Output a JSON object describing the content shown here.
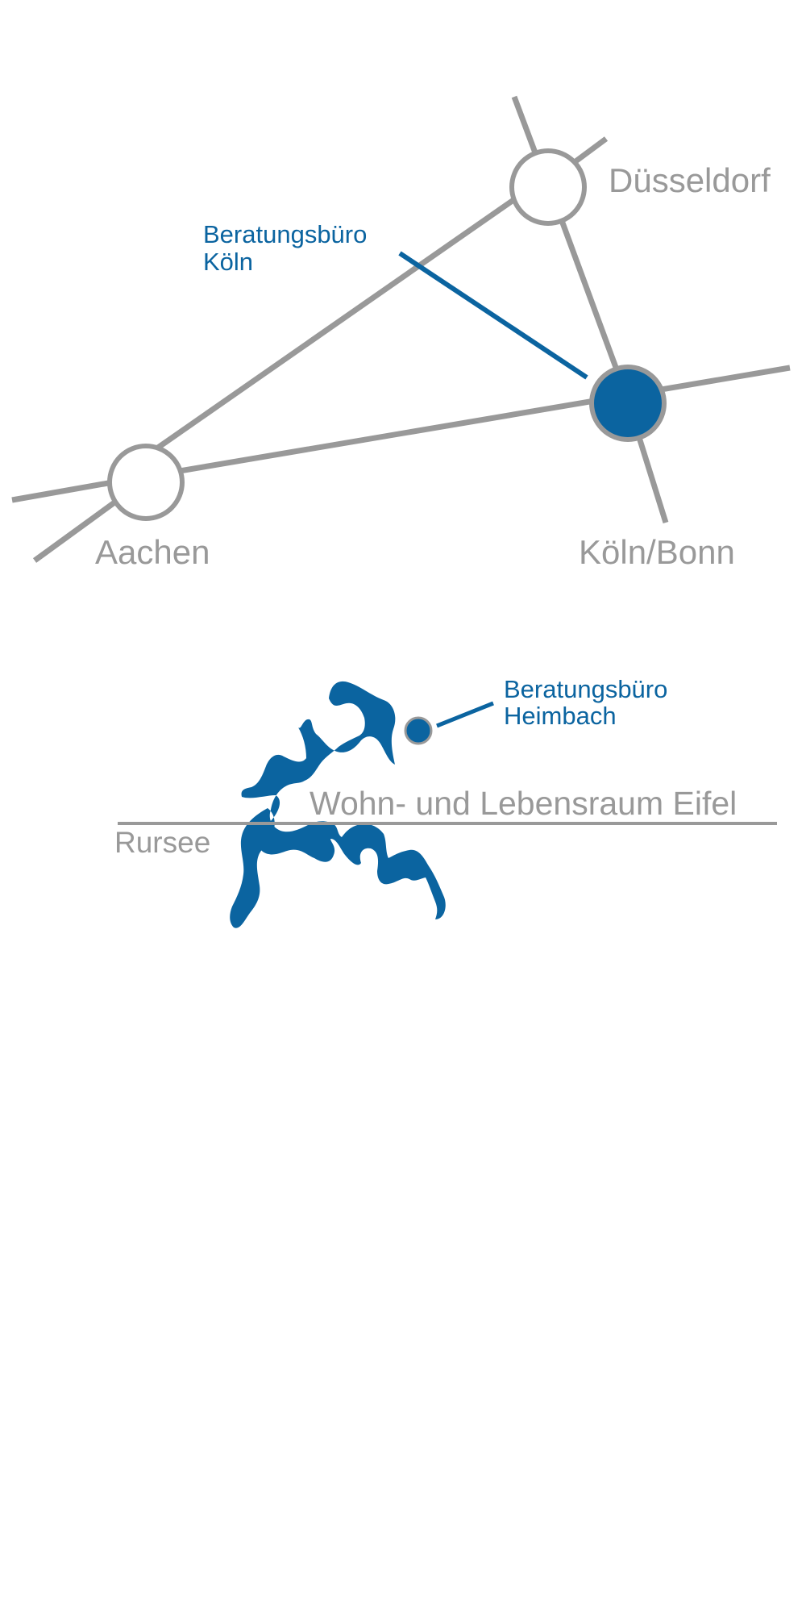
{
  "colors": {
    "road": "#999999",
    "accent": "#0b64a0",
    "label": "#999999",
    "background": "#ffffff"
  },
  "overview_map": {
    "cities": {
      "duesseldorf": "Düsseldorf",
      "aachen": "Aachen",
      "koeln_bonn": "Köln/Bonn"
    },
    "office": {
      "line1": "Beratungsbüro",
      "line2": "Köln"
    }
  },
  "detail_map": {
    "office": {
      "line1": "Beratungsbüro",
      "line2": "Heimbach"
    },
    "region_label": "Wohn- und Lebensraum Eifel",
    "lake_label": "Rursee"
  }
}
